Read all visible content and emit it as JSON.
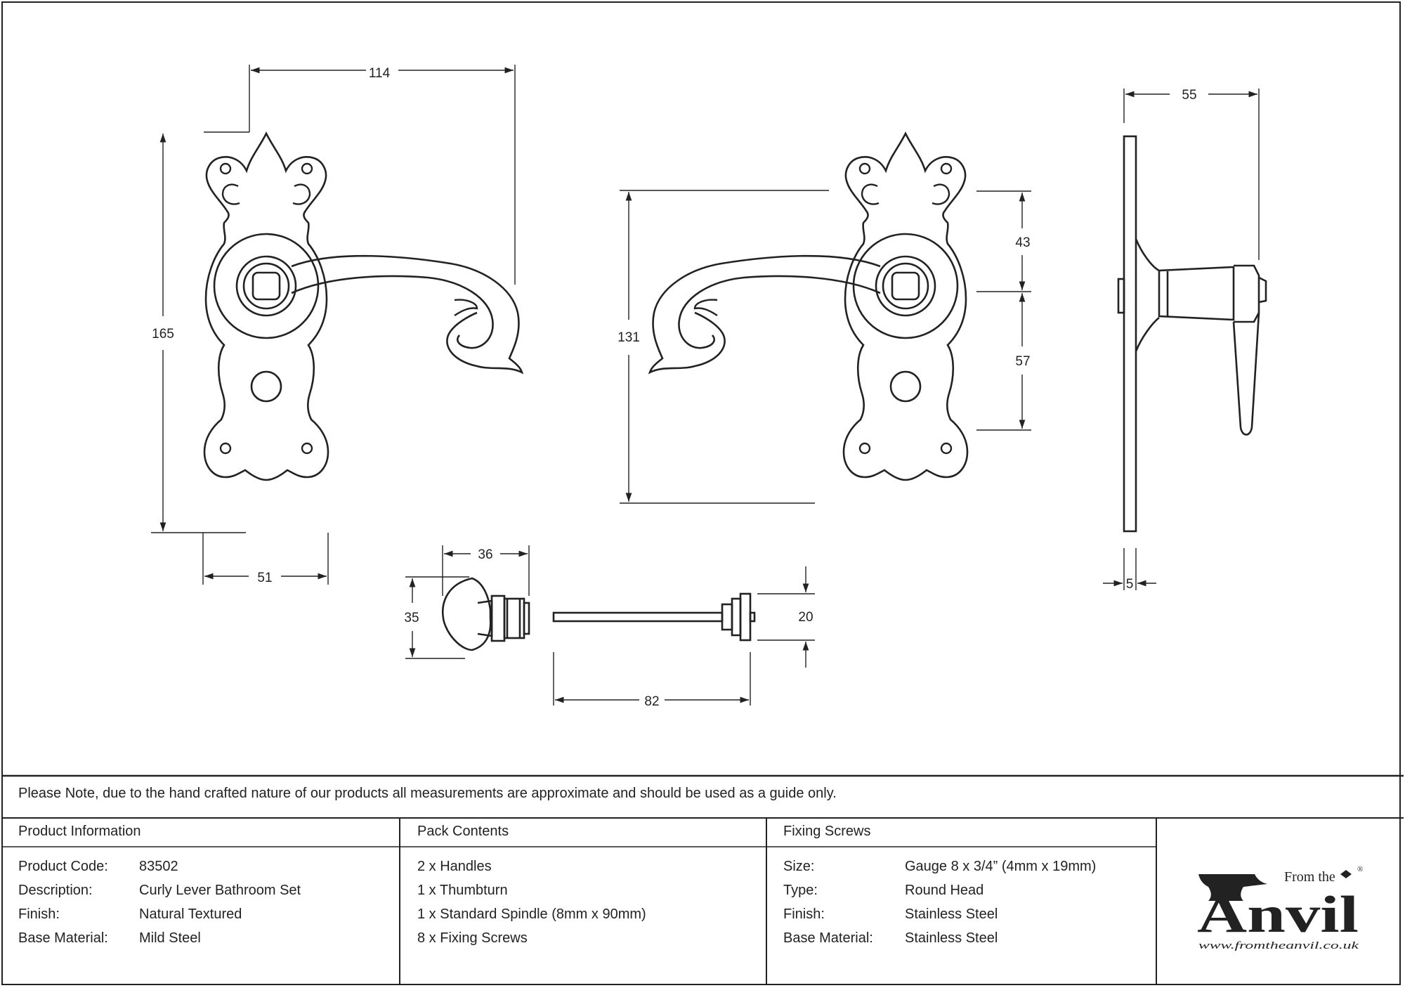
{
  "dimensions": {
    "width_114": "114",
    "height_165": "165",
    "base_51": "51",
    "height_131": "131",
    "upper_43": "43",
    "lower_57": "57",
    "depth_55": "55",
    "plate_5": "5",
    "thumb_36": "36",
    "thumb_35": "35",
    "spindle_20": "20",
    "spindle_82": "82"
  },
  "note": "Please Note, due to the hand crafted nature of our products all measurements are approximate and should be used as a guide only.",
  "product_info": {
    "heading": "Product Information",
    "rows": [
      {
        "label": "Product Code:",
        "value": "83502"
      },
      {
        "label": "Description:",
        "value": "Curly Lever Bathroom Set"
      },
      {
        "label": "Finish:",
        "value": "Natural Textured"
      },
      {
        "label": "Base Material:",
        "value": "Mild Steel"
      }
    ]
  },
  "pack_contents": {
    "heading": "Pack Contents",
    "items": [
      "2 x Handles",
      "1 x Thumbturn",
      "1 x Standard Spindle (8mm x 90mm)",
      "8 x Fixing Screws"
    ]
  },
  "fixing_screws": {
    "heading": "Fixing Screws",
    "rows": [
      {
        "label": "Size:",
        "value": "Gauge 8 x 3/4” (4mm x 19mm)"
      },
      {
        "label": "Type:",
        "value": "Round Head"
      },
      {
        "label": "Finish:",
        "value": "Stainless Steel"
      },
      {
        "label": "Base Material:",
        "value": "Stainless Steel"
      }
    ]
  },
  "logo": {
    "from_the": "From the",
    "brand": "Anvil",
    "registered": "®",
    "url": "www.fromtheanvil.co.uk"
  }
}
